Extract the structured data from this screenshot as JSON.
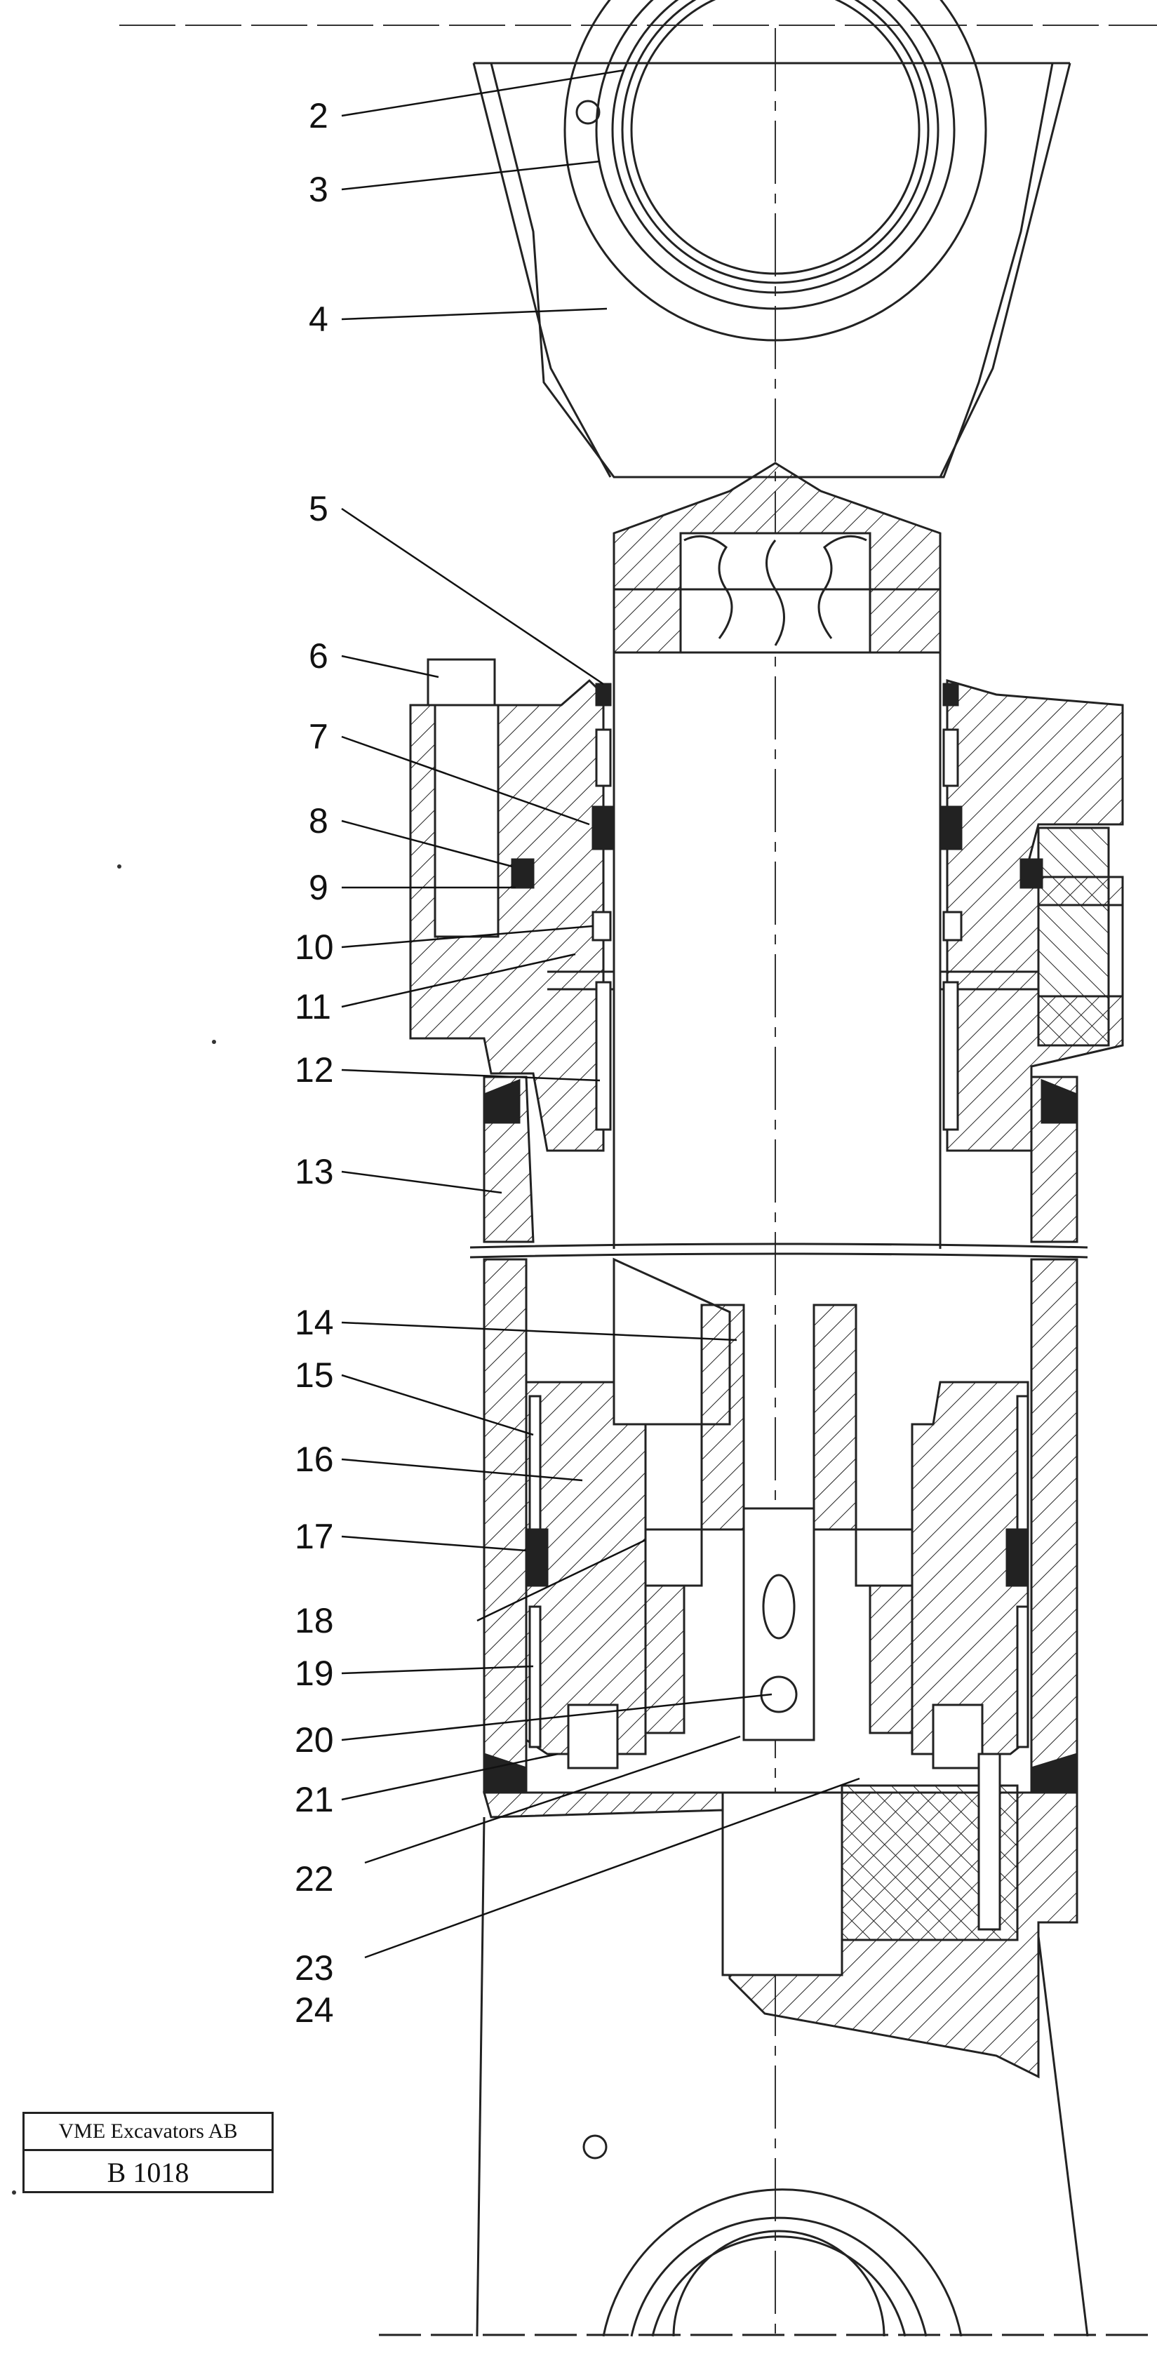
{
  "callouts": [
    "2",
    "3",
    "4",
    "5",
    "6",
    "7",
    "8",
    "9",
    "10",
    "11",
    "12",
    "13",
    "14",
    "15",
    "16",
    "17",
    "18",
    "19",
    "20",
    "21",
    "22",
    "23",
    "24"
  ],
  "title_block": {
    "company": "VME Excavators AB",
    "code": "B 1018"
  }
}
